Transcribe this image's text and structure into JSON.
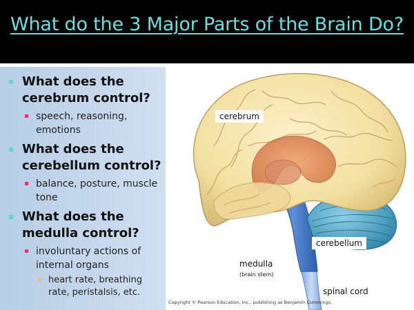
{
  "slide": {
    "title": "What do the 3 Major Parts of the Brain Do?",
    "bullets": [
      {
        "question": "What does the cerebrum control?",
        "answers": [
          {
            "text": "speech, reasoning, emotions"
          }
        ]
      },
      {
        "question": "What does the cerebellum control?",
        "answers": [
          {
            "text": "balance, posture, muscle tone"
          }
        ]
      },
      {
        "question": "What does the medulla control?",
        "answers": [
          {
            "text": "involuntary actions of internal organs",
            "sub": [
              "heart rate, breathing rate, peristalsis, etc."
            ]
          }
        ]
      }
    ],
    "diagram": {
      "labels": {
        "cerebrum": "cerebrum",
        "cerebellum": "cerebellum",
        "medulla": "medulla",
        "brain_stem": "(brain stem)",
        "spinal_cord": "spinal cord"
      },
      "colors": {
        "cerebrum": "#f2dfa0",
        "limbic": "#e07a4a",
        "cerebellum": "#4fa7c7",
        "brainstem": "#3b6fc0"
      }
    },
    "copyright": "Copyright © Pearson Education, Inc., publishing as Benjamin Cummings."
  }
}
